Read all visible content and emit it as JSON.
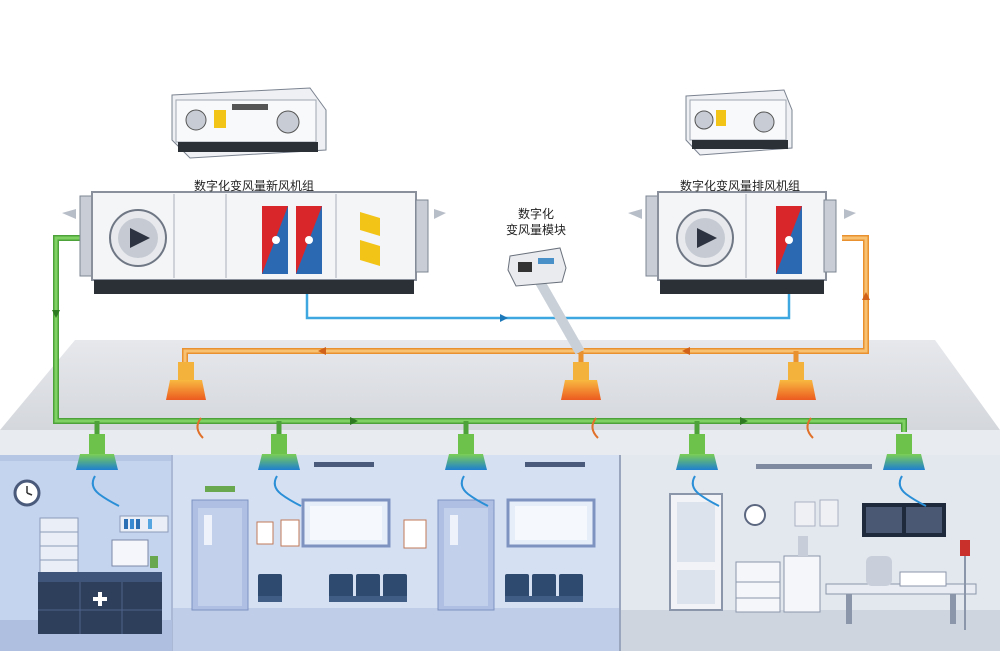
{
  "labels": {
    "supply_unit": "数字化变风量新风机组",
    "exhaust_unit": "数字化变风量排风机组",
    "vav_module_line1": "数字化",
    "vav_module_line2": "变风量模块"
  },
  "colors": {
    "supply_duct": "#5cb848",
    "exhaust_duct": "#f0a24a",
    "control_line": "#3fa7e0",
    "supply_diffuser": "#1d9bd8",
    "exhaust_grille": "#f08a1c",
    "room_blue": "#c9d6ec",
    "ceiling_grey": "#dadde2"
  },
  "icons": {
    "clock": "clock-icon",
    "first_aid": "cross-icon",
    "fan": "fan-icon"
  }
}
